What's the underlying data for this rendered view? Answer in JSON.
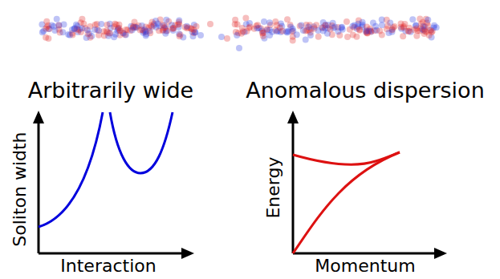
{
  "diagram": {
    "labels": [
      "Arbitrarily wide",
      "Soliton width",
      "Interaction",
      "Anomalous dispersion",
      "Energy",
      "Momentum"
    ]
  }
}
